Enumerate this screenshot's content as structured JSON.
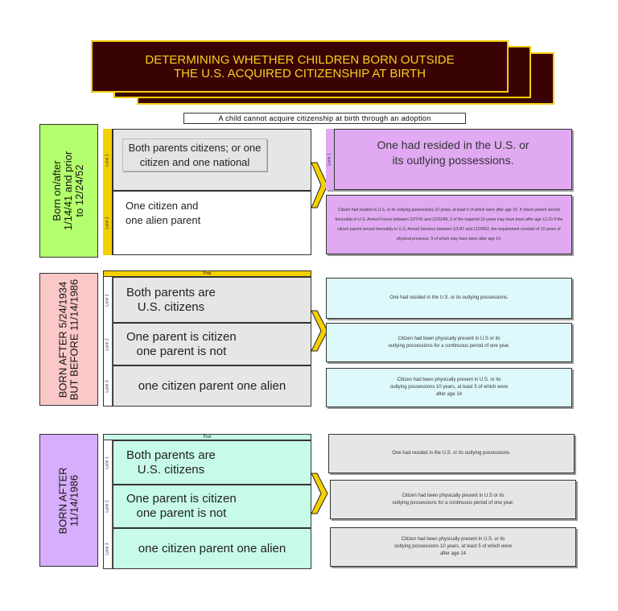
{
  "title": {
    "line1": "DETERMINING WHETHER CHILDREN BORN OUTSIDE",
    "line2": "THE U.S. ACQUIRED CITIZENSHIP AT BIRTH"
  },
  "note": "A child cannot acquire citizenship at birth through an adoption",
  "section1": {
    "side_line1": "Born on/after",
    "side_line2": "1/14/41 and prior",
    "side_line3": "to 12/24/52",
    "lane1_label": "Lane 1",
    "lane2_label": "Lane 2",
    "lane1_text_line1": "Both parents citizens; or one",
    "lane1_text_line2": "citizen and one national",
    "lane2_text_line1": "One citizen and",
    "lane2_text_line2": "one alien parent",
    "result1_lane_label": "Lane 1",
    "result1_line1": "One had resided in the U.S. or",
    "result1_line2": "its outlying possessions.",
    "result2": "Citizen had resided in U.S. or its outlying possessions 10 years, at least 5 of which were after age 16. If citizen parent served honorably in U.S. Armed Forces between 12/7/41 and 12/31/46, 5 of the required 10 years may have been after age 12.10 If the citizen parent served honorably in U.S. Armed Services between 1/1/47 and 12/24/52, the requirement consists of 10 years of physical presence, 5 of which may have been after age 14."
  },
  "section2": {
    "side_line1": "BORN AFTER 5/24/1934",
    "side_line2": "BUT BEFORE 11/14/1986",
    "pool_label": "Pool",
    "lane1_label": "Lane 1",
    "lane2_label": "Lane 2",
    "lane3_label": "Lane 3",
    "lane1_line1": "Both parents are",
    "lane1_line2": "U.S. citizens",
    "lane2_line1": "One parent is citizen",
    "lane2_line2": "one parent is not",
    "lane3_text": "one citizen parent one alien",
    "result1": "One had resided in the U.S. or its outlying possessions.",
    "result2_line1": "Citizen had been physically present  in U.S or its",
    "result2_line2": "outlying possessions for a continuous period of one year.",
    "result3_line1": "Citizen had been physically present  in U.S. or its",
    "result3_line2": "outlying possessions 10 years, at least 5 of which were",
    "result3_line3": "after age 14"
  },
  "section3": {
    "side_line1": "BORN AFTER",
    "side_line2": "11/14/1986",
    "pool_label": "Pool",
    "lane1_label": "Lane 1",
    "lane2_label": "Lane 2",
    "lane3_label": "Lane 3",
    "lane1_line1": "Both parents are",
    "lane1_line2": "U.S. citizens",
    "lane2_line1": "One parent is citizen",
    "lane2_line2": "one parent is not",
    "lane3_text": "one citizen parent one alien",
    "result1": "One had resided in the U.S. or its outlying possessions.",
    "result2_line1": "Citizen had been physically present  in U.S or its",
    "result2_line2": "outlying possessions for a continuous period of one year.",
    "result3_line1": "Citizen had been physically present  in U.S. or its",
    "result3_line2": "outlying possessions 10 years, at least 5 of which were",
    "result3_line3": "after age 14"
  },
  "colors": {
    "banner_bg": "#3a0303",
    "banner_border": "#f2cc10",
    "section1_side": "#b4ff6e",
    "section1_result": "#e0a9f2",
    "section2_side": "#fbc8c8",
    "section2_result": "#ddf9fb",
    "section3_side": "#d7aefb",
    "section3_lane": "#c7fbe7",
    "arrow_fill": "#f5d000"
  }
}
